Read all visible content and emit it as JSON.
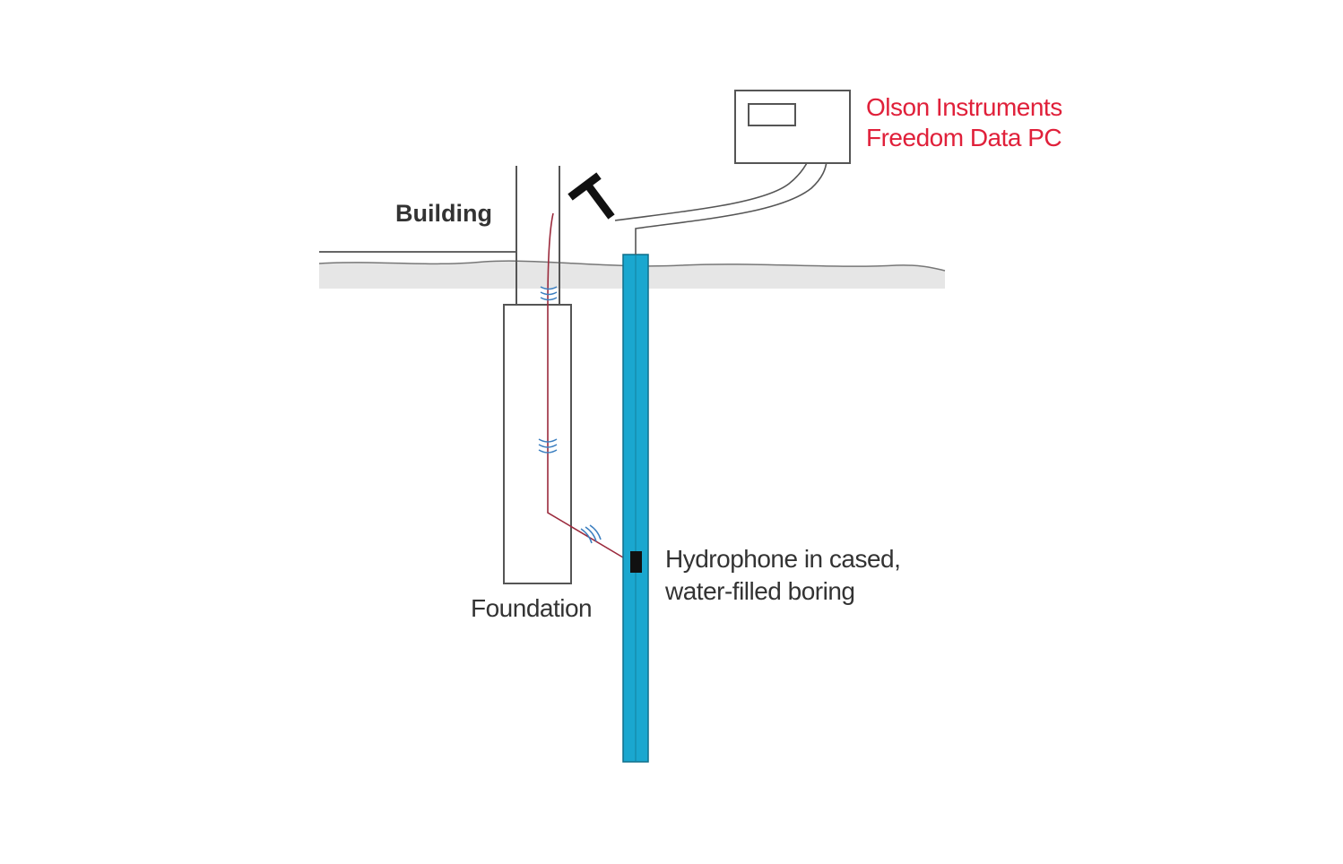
{
  "labels": {
    "building": "Building",
    "pc_line1": "Olson Instruments",
    "pc_line2": "Freedom Data PC",
    "hydrophone_line1": "Hydrophone in cased,",
    "hydrophone_line2": "water-filled boring",
    "foundation": "Foundation"
  },
  "colors": {
    "ground_fill": "#e6e6e6",
    "boring_fill": "#1aa7cf",
    "signal_wire": "#9b2a3c",
    "wave_marks": "#3c7fc0",
    "outline": "#555555",
    "label_red": "#e0203a",
    "label_dark": "#333333"
  },
  "icons": [
    "hammer-icon",
    "hydrophone-sensor-icon",
    "stress-wave-icon"
  ]
}
